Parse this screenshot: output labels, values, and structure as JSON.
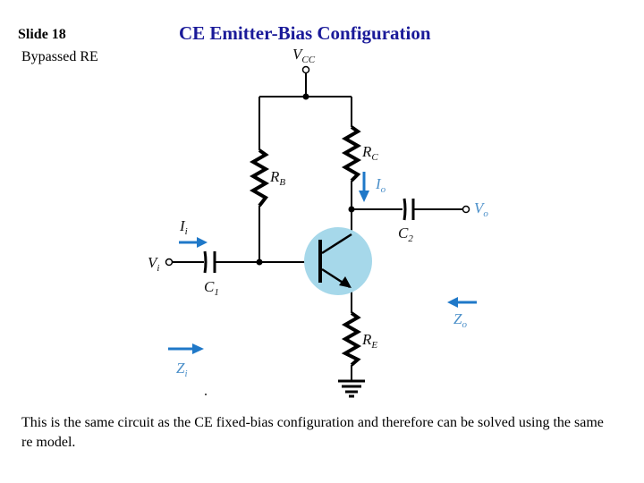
{
  "slide": {
    "number_label": "Slide 18",
    "subtitle": "Bypassed RE",
    "title": "CE Emitter-Bias Configuration",
    "caption": "This is the same circuit as the CE fixed-bias configuration and therefore can be solved using the same re model."
  },
  "circuit": {
    "vcc": {
      "main": "V",
      "sub": "CC"
    },
    "rc": {
      "main": "R",
      "sub": "C"
    },
    "rb": {
      "main": "R",
      "sub": "B"
    },
    "re": {
      "main": "R",
      "sub": "E"
    },
    "io": {
      "main": "I",
      "sub": "o"
    },
    "vo": {
      "main": "V",
      "sub": "o"
    },
    "c2": {
      "main": "C",
      "sub": "2"
    },
    "ii": {
      "main": "I",
      "sub": "i"
    },
    "vi": {
      "main": "V",
      "sub": "i"
    },
    "c1": {
      "main": "C",
      "sub": "1"
    },
    "zo": {
      "main": "Z",
      "sub": "o"
    },
    "zi": {
      "main": "Z",
      "sub": "i"
    }
  },
  "colors": {
    "transistor_fill": "#a6d8ea",
    "arrow_blue": "#1f78c8"
  }
}
